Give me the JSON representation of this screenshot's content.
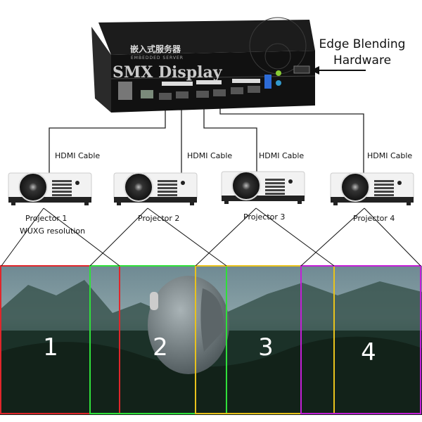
{
  "title": "Edge Blending Hardware",
  "title_lines": [
    "Edge Blending",
    "Hardware"
  ],
  "server": {
    "chinese_label": "嵌入式服务器",
    "subtitle": "EMBEDDED SERVER",
    "watermark": "SMX Display"
  },
  "cables": [
    "HDMI Cable",
    "HDMI Cable",
    "HDMI Cable",
    "HDMI Cable"
  ],
  "projectors": [
    {
      "label": "Projector 1",
      "note": "WUXG resolution"
    },
    {
      "label": "Projector 2"
    },
    {
      "label": "Projector 3"
    },
    {
      "label": "Projector 4"
    }
  ],
  "zones": [
    {
      "number": "1",
      "color": "#e0262b"
    },
    {
      "number": "2",
      "color": "#2fe03a"
    },
    {
      "number": "3",
      "color": "#e8c21c"
    },
    {
      "number": "4",
      "color": "#c21fd6"
    }
  ]
}
